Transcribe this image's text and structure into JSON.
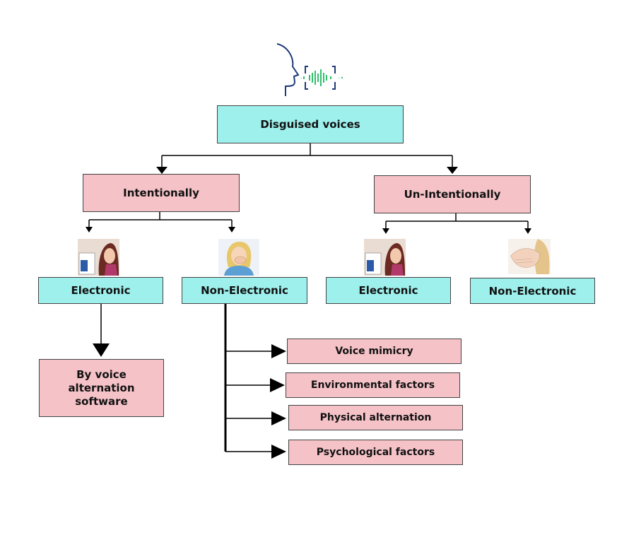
{
  "icons": {
    "top": "voice-recognition-icon"
  },
  "colors": {
    "cyan_box": "#9ef0ec",
    "pink_box": "#f4c2c7",
    "icon_blue": "#1f3b78",
    "icon_green": "#2fbf6b"
  },
  "root": {
    "label": "Disguised voices"
  },
  "branches": {
    "intentionally": {
      "label": "Intentionally"
    },
    "unintentionally": {
      "label": "Un-Intentionally"
    }
  },
  "leaves": {
    "int_electronic": "Electronic",
    "int_non_electronic": "Non-Electronic",
    "unint_electronic": "Electronic",
    "unint_non_electronic": "Non-Electronic"
  },
  "software": {
    "label": "By voice alternation software"
  },
  "factors": [
    "Voice mimicry",
    "Environmental factors",
    "Physical alternation",
    "Psychological factors"
  ]
}
